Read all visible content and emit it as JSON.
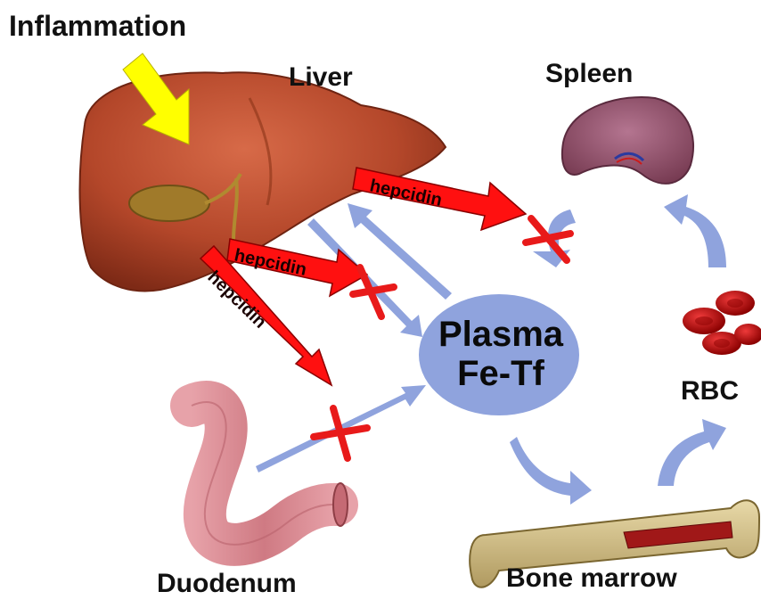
{
  "labels": {
    "inflammation": "Inflammation",
    "liver": "Liver",
    "spleen": "Spleen",
    "rbc": "RBC",
    "duodenum": "Duodenum",
    "bone_marrow": "Bone marrow",
    "plasma_line1": "Plasma",
    "plasma_line2": "Fe-Tf"
  },
  "hepcidin": {
    "to_spleen": "hepcidin",
    "to_plasma": "hepcidin",
    "to_duodenum": "hepcidin"
  },
  "colors": {
    "hepcidin_arrow": "#ff1010",
    "flow_arrow": "#8fa3dd",
    "plasma_ellipse": "#8fa3dd",
    "block_cross": "#e81a1a",
    "inflammation_arrow": "#ffff00",
    "liver": "#b4472a",
    "spleen": "#8e4a6a",
    "duodenum": "#df8f98",
    "bone": "#d8c490",
    "marrow": "#a01818",
    "rbc": "#c01010"
  },
  "icons": [
    "liver-illustration",
    "spleen-illustration",
    "duodenum-illustration",
    "bone-marrow-illustration",
    "rbc-illustration",
    "block-x-icon"
  ]
}
